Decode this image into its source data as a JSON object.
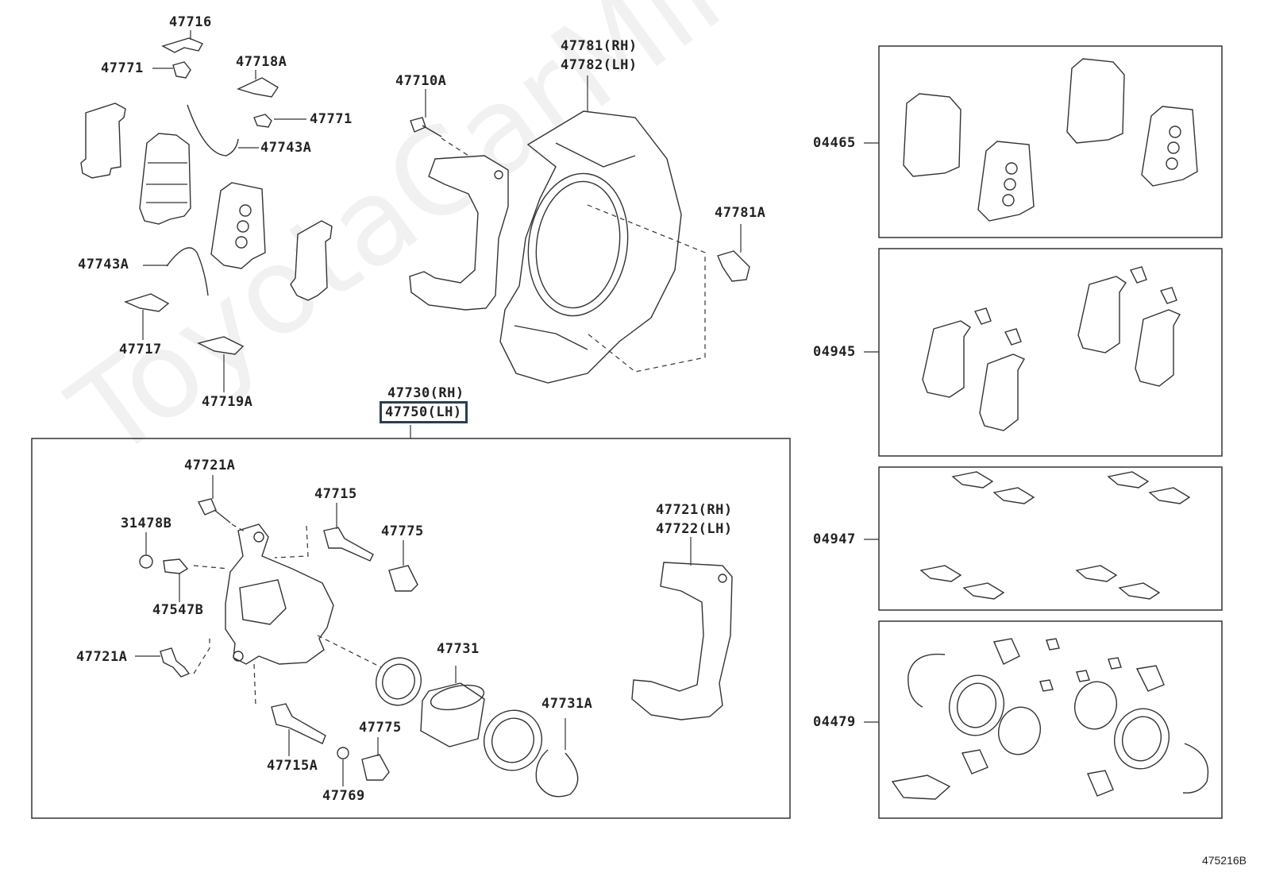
{
  "watermark": "ToyotaCarMiner.ru",
  "diagram_ref": "475216B",
  "parts": {
    "p47716": "47716",
    "p47771a": "47771",
    "p47718a": "47718A",
    "p47771b": "47771",
    "p47743a_upper": "47743A",
    "p47743a_lower": "47743A",
    "p47717": "47717",
    "p47719a": "47719A",
    "p47710a": "47710A",
    "p47781rh": "47781(RH)",
    "p47782lh": "47782(LH)",
    "p47781a": "47781A",
    "p47730rh": "47730(RH)",
    "p47750lh": "47750(LH)",
    "p47721a_top": "47721A",
    "p31478b": "31478B",
    "p47547b": "47547B",
    "p47721a_left": "47721A",
    "p47715": "47715",
    "p47775_top": "47775",
    "p47731": "47731",
    "p47731a": "47731A",
    "p47775_bottom": "47775",
    "p47715a": "47715A",
    "p47769": "47769",
    "p47721rh": "47721(RH)",
    "p47722lh": "47722(LH)"
  },
  "kits": {
    "k04465": "04465",
    "k04945": "04945",
    "k04947": "04947",
    "k04479": "04479"
  },
  "colors": {
    "line": "#333333",
    "selection_outline": "#2b3e50"
  }
}
